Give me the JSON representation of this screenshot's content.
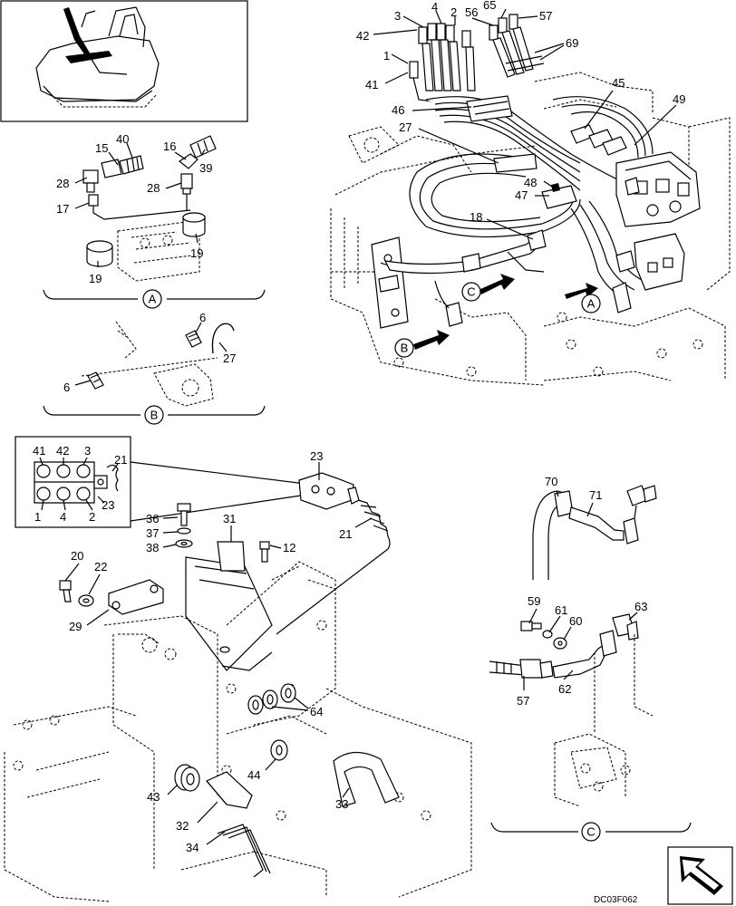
{
  "reference_code": "DC03F062",
  "detail_views": [
    "A",
    "B",
    "C"
  ],
  "view_arrows": [
    "A",
    "B",
    "C"
  ],
  "callouts": {
    "c1a": "1",
    "c2a": "2",
    "c3a": "3",
    "c4a": "4",
    "c41a": "41",
    "c42a": "42",
    "c56": "56",
    "c65": "65",
    "c57a": "57",
    "c69": "69",
    "c45": "45",
    "c49": "49",
    "c46": "46",
    "c27a": "27",
    "c48": "48",
    "c47": "47",
    "c18": "18",
    "c15": "15",
    "c40": "40",
    "c16": "16",
    "c39": "39",
    "c28a": "28",
    "c28b": "28",
    "c17": "17",
    "c19a": "19",
    "c19b": "19",
    "c6a": "6",
    "c27b": "27",
    "c6b": "6",
    "c41b": "41",
    "c42b": "42",
    "c3b": "3",
    "c21a": "21",
    "c1b": "1",
    "c4b": "4",
    "c2b": "2",
    "c23a": "23",
    "c23b": "23",
    "c21b": "21",
    "c36": "36",
    "c37": "37",
    "c38": "38",
    "c31": "31",
    "c12": "12",
    "c20": "20",
    "c22": "22",
    "c29": "29",
    "c64": "64",
    "c43": "43",
    "c44": "44",
    "c33": "33",
    "c32": "32",
    "c34": "34",
    "c70": "70",
    "c71": "71",
    "c59": "59",
    "c61": "61",
    "c60": "60",
    "c63": "63",
    "c57b": "57",
    "c62": "62"
  }
}
